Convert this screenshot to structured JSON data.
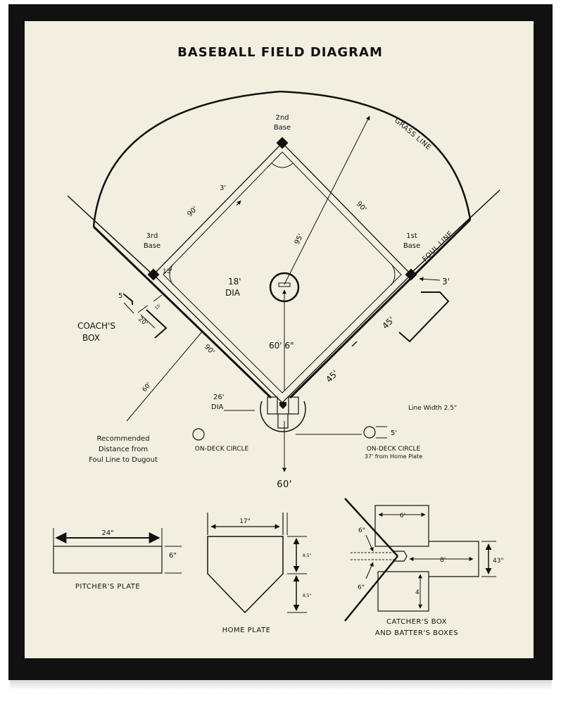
{
  "title": "BASEBALL FIELD DIAGRAM",
  "field": {
    "second_base": [
      "2nd",
      "Base"
    ],
    "third_base": [
      "3rd",
      "Base"
    ],
    "first_base": [
      "1st",
      "Base"
    ],
    "grass_line": "GRASS LINE",
    "foul_line": "FOUL LINE",
    "dim_3ft_top": "3'",
    "dim_90_left": "90'",
    "dim_90_right": "90'",
    "dim_95": "95'",
    "dim_13": "13'",
    "dim_3ft_right": "3'",
    "mound_dia": [
      "18'",
      "DIA"
    ],
    "mound_distance": "60' 6\"",
    "dim_5_coach": "5'",
    "dim_15": "15'",
    "dim_20": "20'",
    "coach_box": [
      "COACH'S",
      "BOX"
    ],
    "dim_90_foul": "90'",
    "dim_60_dugout": "60'",
    "dim_45_upper": "45'",
    "dim_45_lower": "45'",
    "home_dia": [
      "26'",
      "DIA"
    ],
    "line_width": "Line Width 2.5\"",
    "dugout_note": [
      "Recommended",
      "Distance from",
      "Foul Line to Dugout"
    ],
    "on_deck_left": "ON-DECK CIRCLE",
    "on_deck_right": "ON-DECK CIRCLE",
    "on_deck_right_note": "37' from Home Plate",
    "dim_5_ondeck": "5'",
    "backstop": "60'"
  },
  "pitchers_plate": {
    "width": "24\"",
    "height": "6\"",
    "label": "PITCHER'S PLATE"
  },
  "home_plate": {
    "width": "17\"",
    "side_a": "8.5\"",
    "side_b": "8.5\"",
    "label": "HOME PLATE"
  },
  "boxes": {
    "catcher_width": "6'",
    "gap_top": "6\"",
    "gap_bottom": "6\"",
    "box_length": "8'",
    "box_height": "43\"",
    "batter_width": "4'",
    "label": [
      "CATCHER'S BOX",
      "AND BATTER'S BOXES"
    ]
  }
}
